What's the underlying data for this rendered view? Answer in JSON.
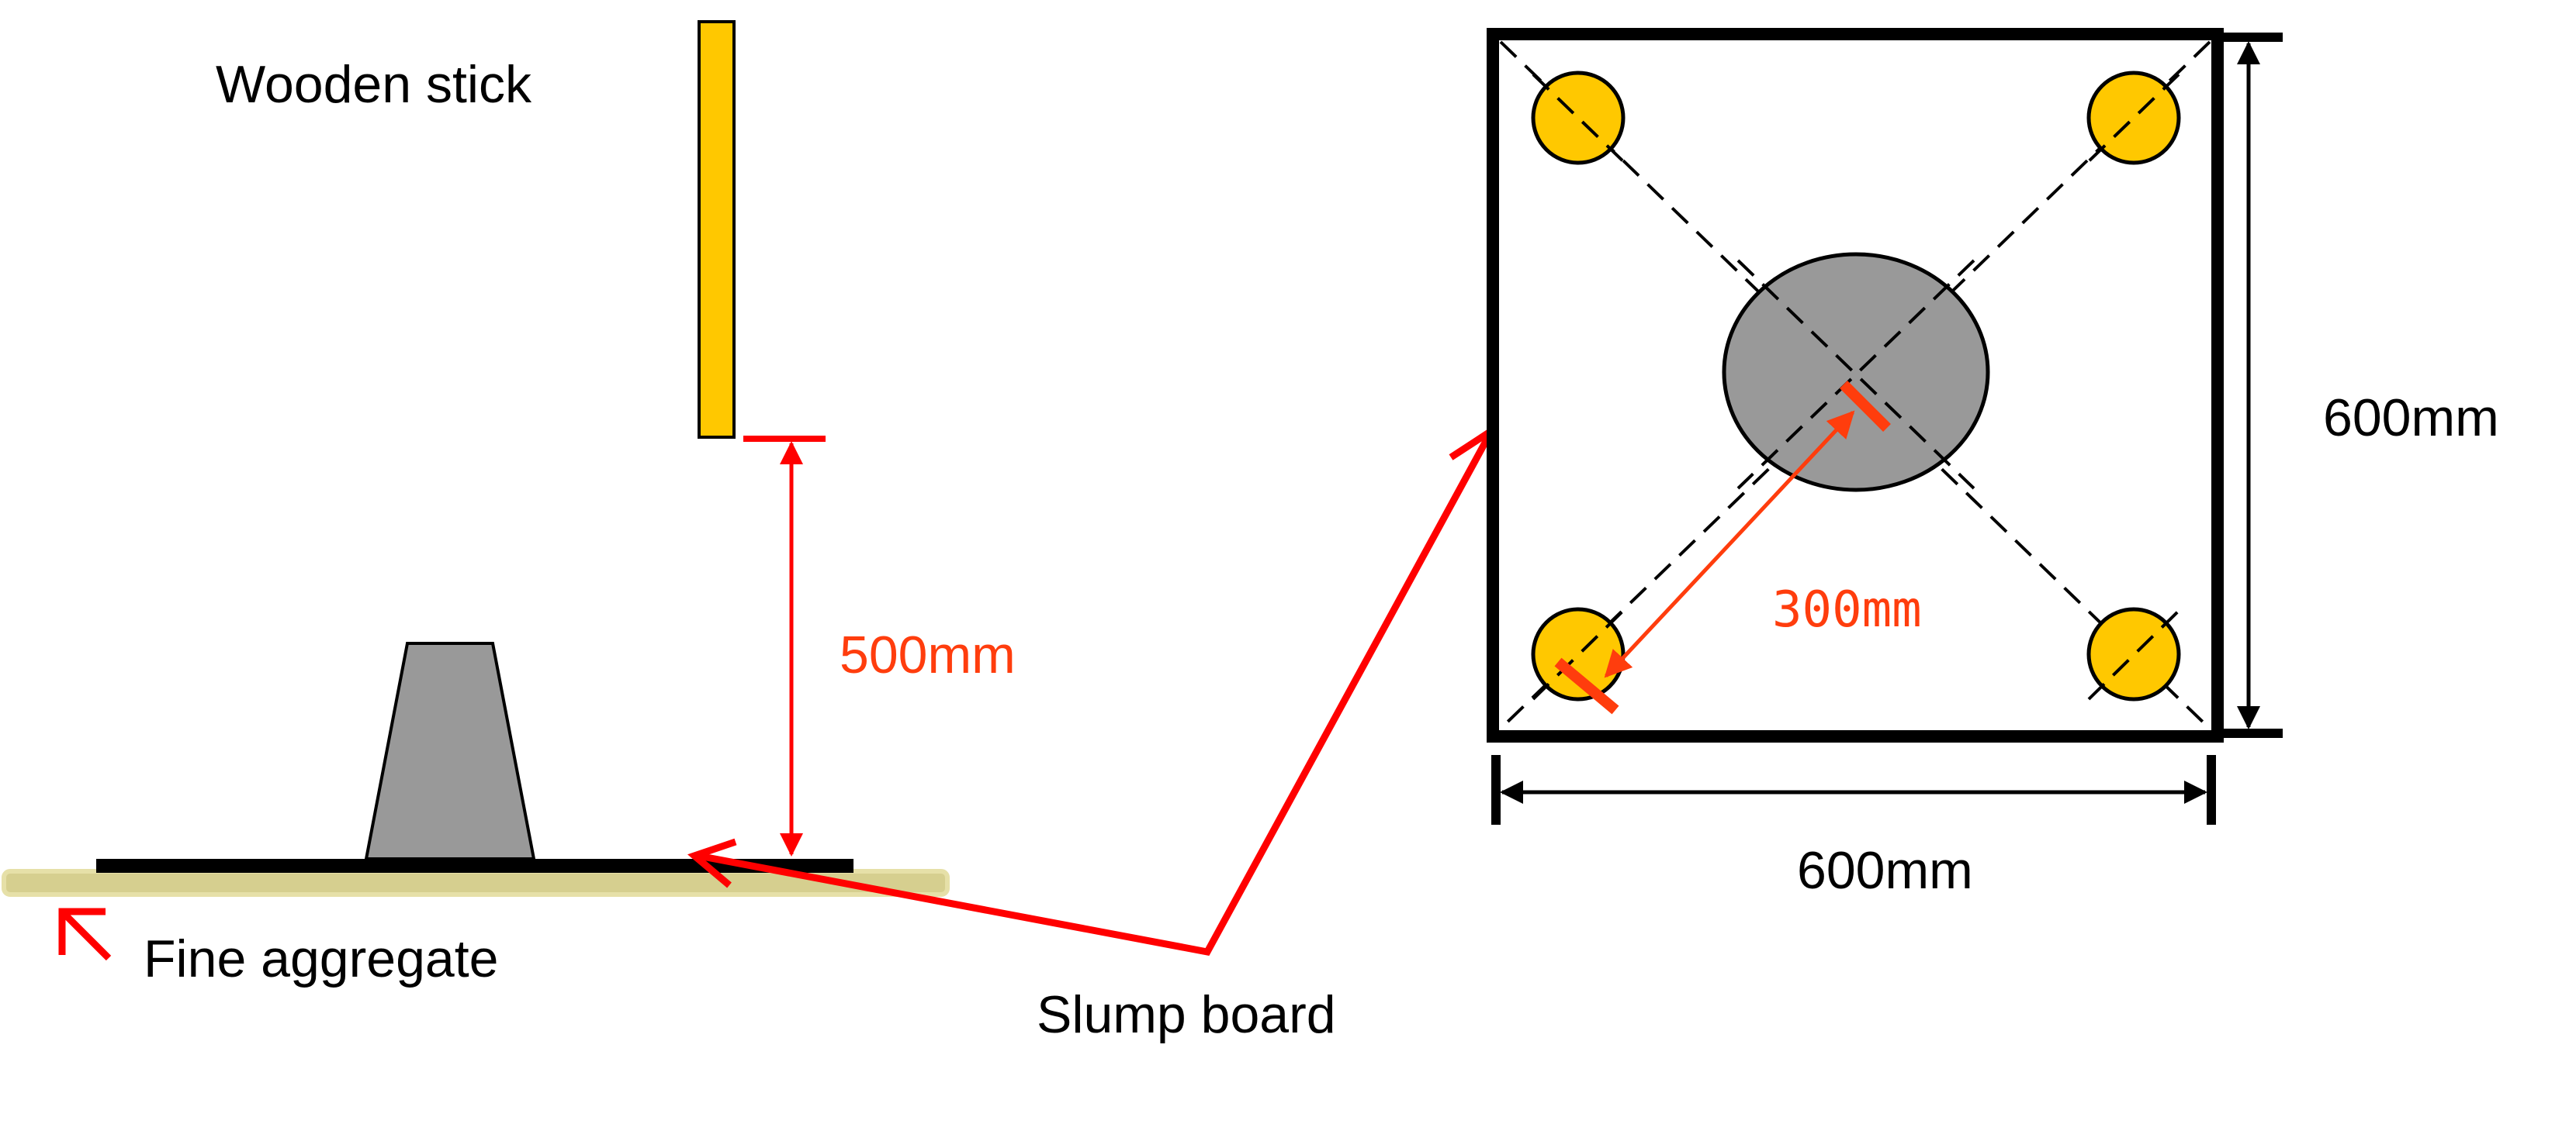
{
  "labels": {
    "wooden_stick": "Wooden stick",
    "fine_aggregate": "Fine aggregate",
    "slump_board": "Slump board",
    "drop_height": "500mm",
    "board_width": "600mm",
    "board_height": "600mm",
    "diagonal_distance": "300mm"
  },
  "colors": {
    "stick_fill": "#ffc800",
    "cone_fill": "#999999",
    "aggregate_fill": "#d6cf8f",
    "annotation_red": "#ff0000",
    "dimension_orange": "#ff3d0d",
    "outline": "#000000"
  }
}
